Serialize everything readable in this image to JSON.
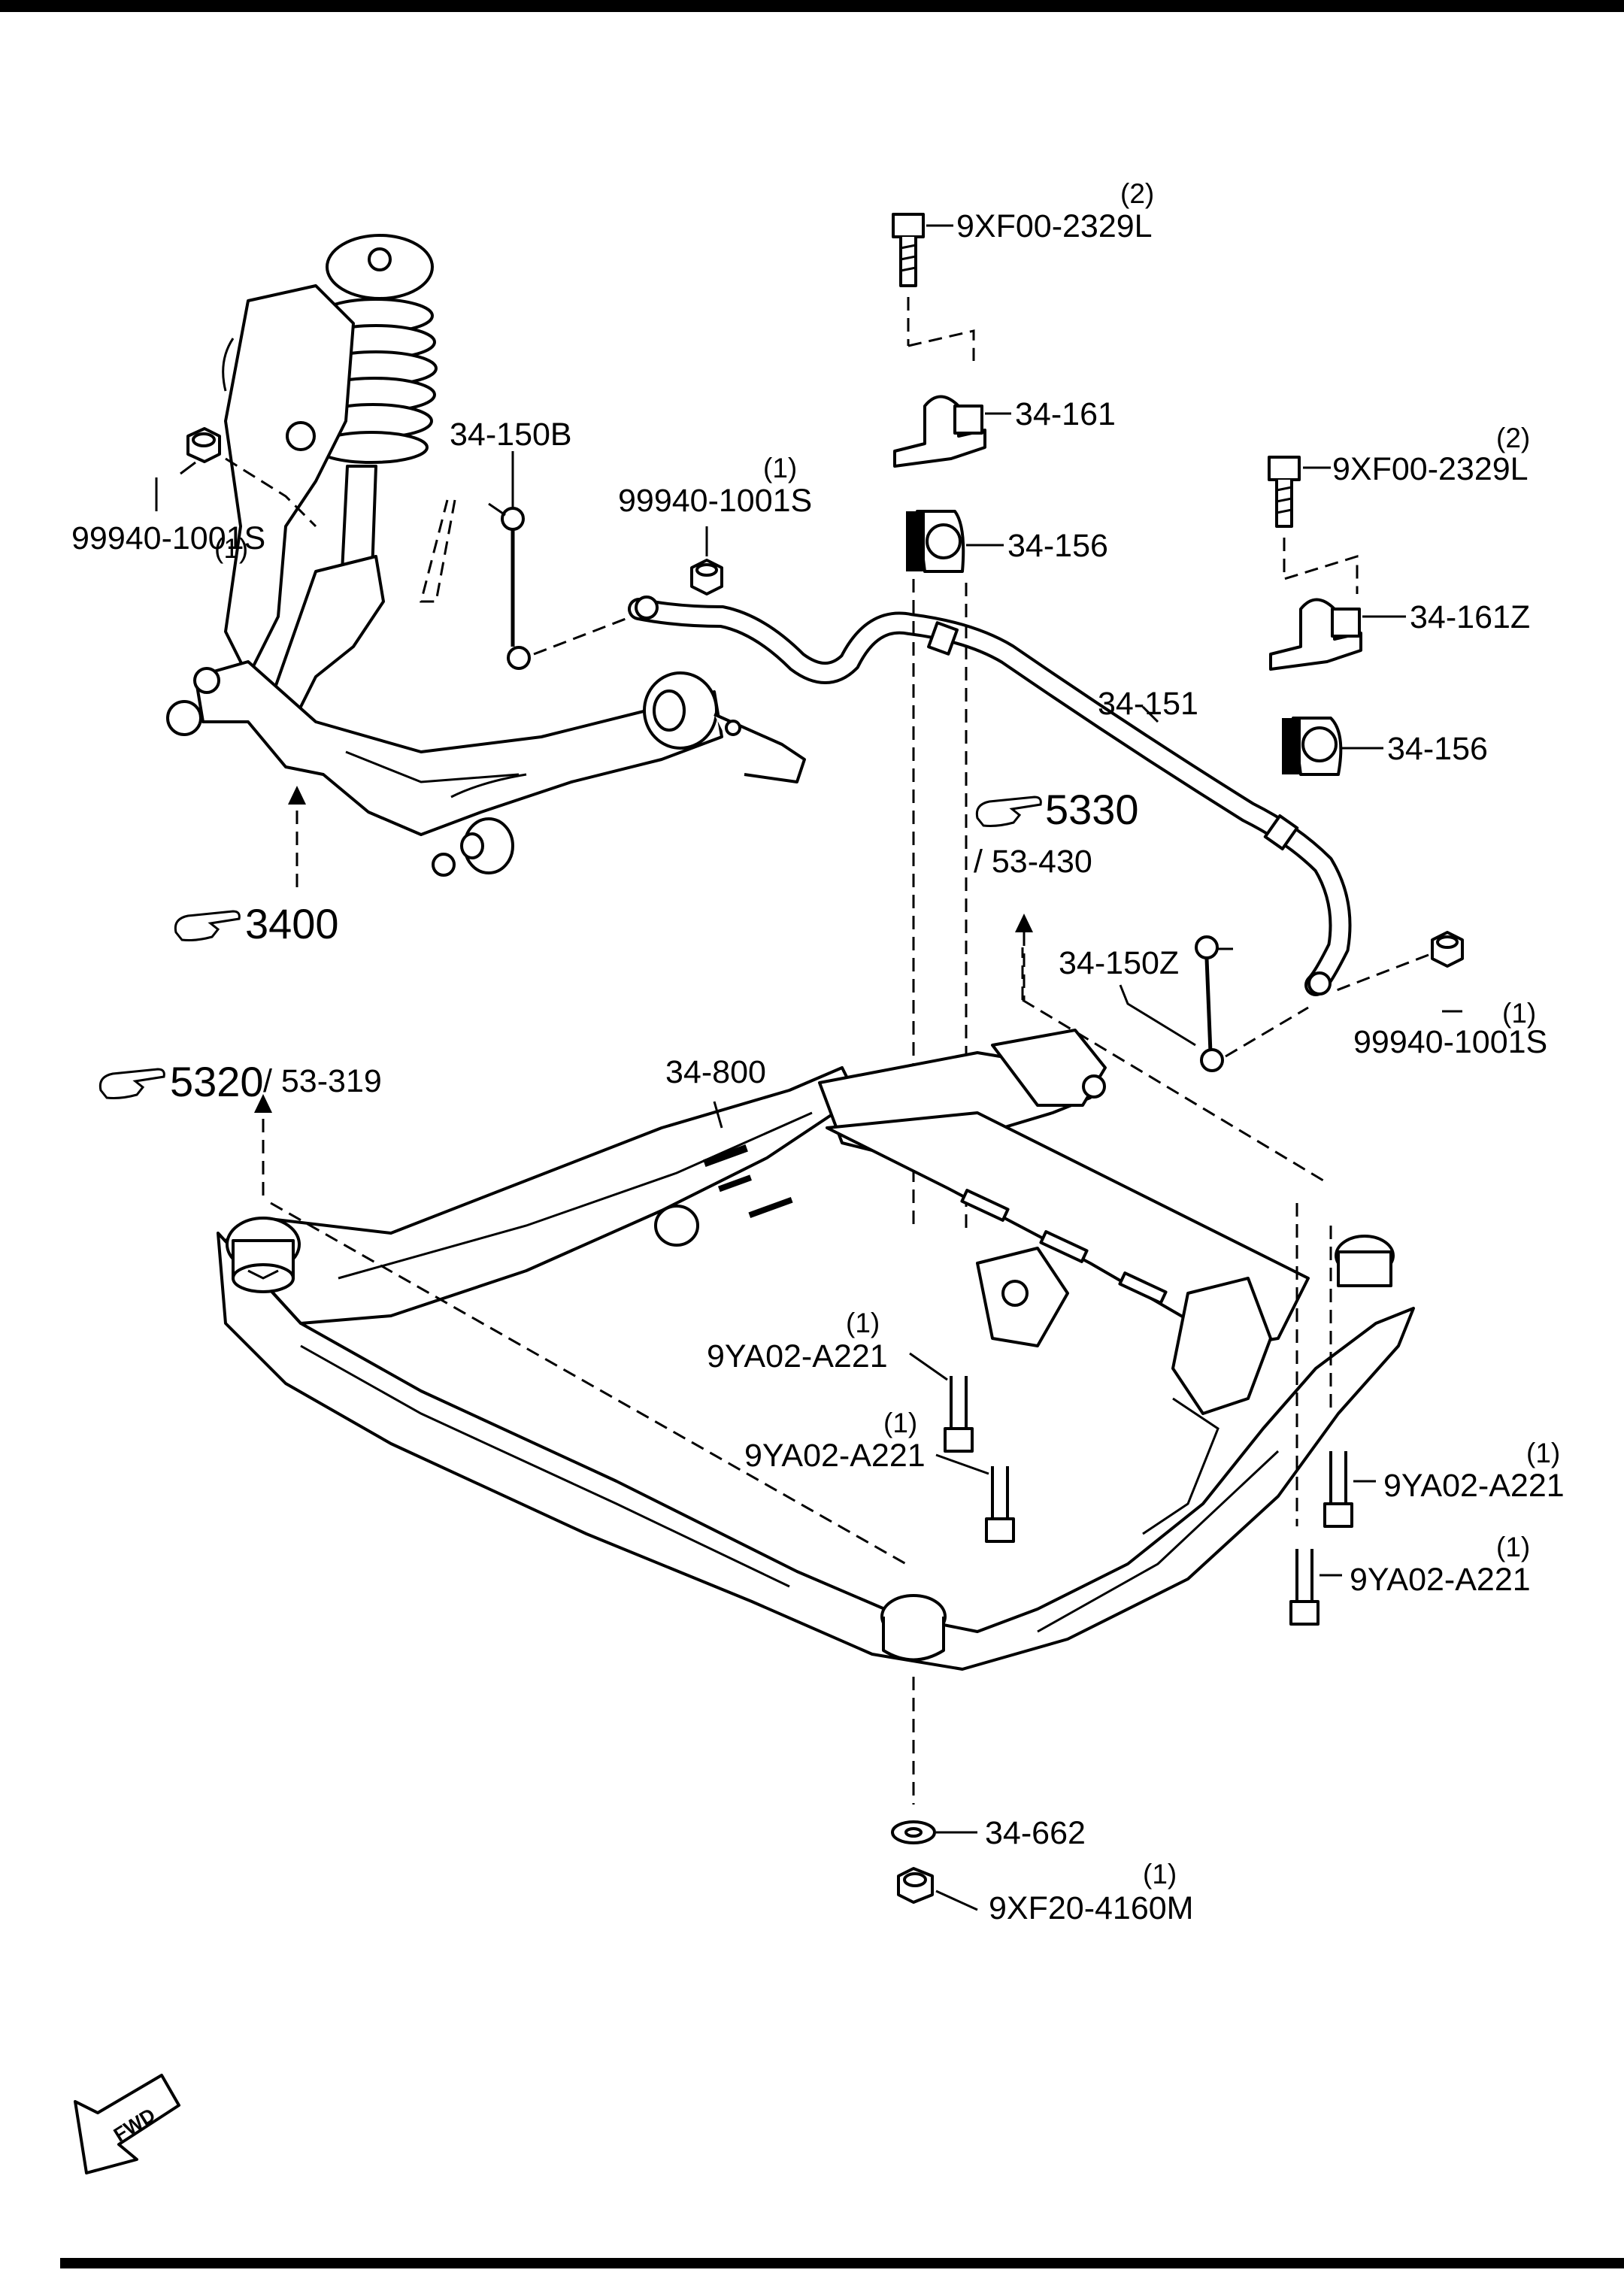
{
  "labels": {
    "bolt_top": "9XF00-2329L",
    "bolt_top_qty": "(2)",
    "clamp": "34-161",
    "bushing_left": "34-156",
    "bolt_right": "9XF00-2329L",
    "bolt_right_qty": "(2)",
    "clamp_right": "34-161Z",
    "bushing_right": "34-156",
    "stabilizer": "34-151",
    "link_left": "34-150B",
    "nut_mid": "99940-1001S",
    "nut_mid_qty": "(1)",
    "nut_left": "99940-1001S",
    "nut_left_qty": "(1)",
    "link_right": "34-150Z",
    "nut_right": "99940-1001S",
    "nut_right_qty": "(1)",
    "crossmember": "34-800",
    "bolt_a1": "9YA02-A221",
    "bolt_a1_qty": "(1)",
    "bolt_a2": "9YA02-A221",
    "bolt_a2_qty": "(1)",
    "bolt_a3": "9YA02-A221",
    "bolt_a3_qty": "(1)",
    "bolt_a4": "9YA02-A221",
    "bolt_a4_qty": "(1)",
    "washer": "34-662",
    "nut_bottom": "9XF20-4160M",
    "nut_bottom_qty": "(1)"
  },
  "refs": {
    "ref_3400": "3400",
    "ref_5330": "5330",
    "ref_5330_sub": "/ 53-430",
    "ref_5320": "5320",
    "ref_5320_sub": "/ 53-319"
  },
  "fwd": "FWD",
  "icons": {
    "reference": "pointing-hand-icon",
    "direction": "fwd-arrow-icon"
  }
}
